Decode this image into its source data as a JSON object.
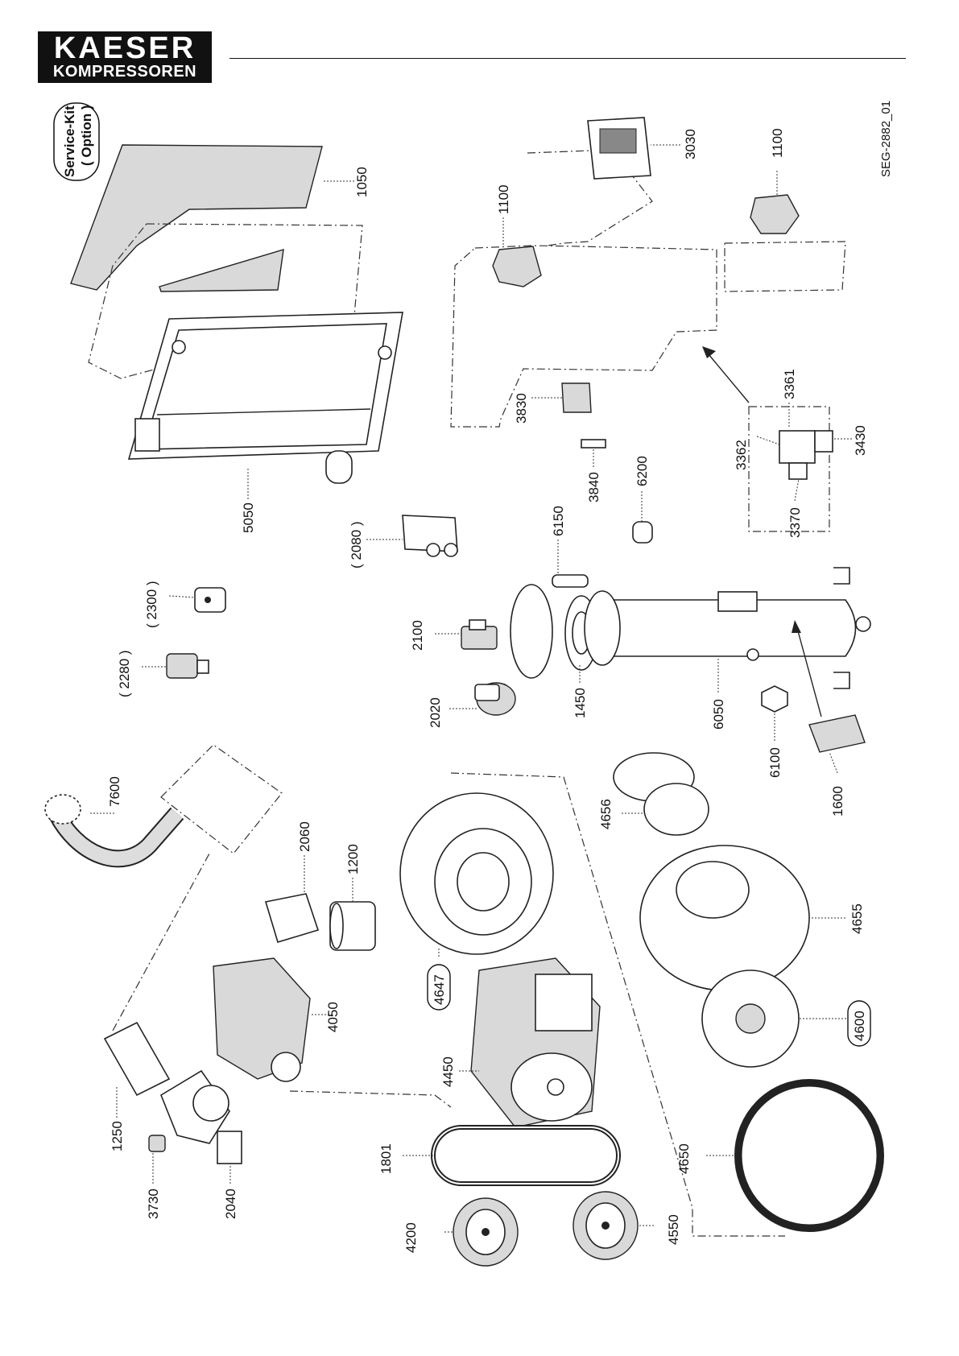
{
  "brand": {
    "line1": "KAESER",
    "line2": "KOMPRESSOREN"
  },
  "drawing_code": "SEG-2882_01",
  "service_kit": {
    "line1": "Service-Kit",
    "line2": "( Option )"
  },
  "labels": [
    {
      "id": "1050",
      "text": "1050"
    },
    {
      "id": "5050",
      "text": "5050"
    },
    {
      "id": "2300",
      "text": "( 2300 )"
    },
    {
      "id": "2280",
      "text": "( 2280 )"
    },
    {
      "id": "2080",
      "text": "( 2080 )"
    },
    {
      "id": "2100",
      "text": "2100"
    },
    {
      "id": "2020",
      "text": "2020"
    },
    {
      "id": "1450",
      "text": "1450"
    },
    {
      "id": "6150",
      "text": "6150"
    },
    {
      "id": "3840",
      "text": "3840"
    },
    {
      "id": "6200",
      "text": "6200"
    },
    {
      "id": "3830",
      "text": "3830"
    },
    {
      "id": "1100a",
      "text": "1100"
    },
    {
      "id": "3030",
      "text": "3030"
    },
    {
      "id": "1100b",
      "text": "1100"
    },
    {
      "id": "3361",
      "text": "3361"
    },
    {
      "id": "3362",
      "text": "3362"
    },
    {
      "id": "3430",
      "text": "3430"
    },
    {
      "id": "3370",
      "text": "3370"
    },
    {
      "id": "6050",
      "text": "6050"
    },
    {
      "id": "6100",
      "text": "6100"
    },
    {
      "id": "1600",
      "text": "1600"
    },
    {
      "id": "7600",
      "text": "7600"
    },
    {
      "id": "2060",
      "text": "2060"
    },
    {
      "id": "1200",
      "text": "1200"
    },
    {
      "id": "4656",
      "text": "4656"
    },
    {
      "id": "4655",
      "text": "4655"
    },
    {
      "id": "4647",
      "text": "4647"
    },
    {
      "id": "4050",
      "text": "4050"
    },
    {
      "id": "4450",
      "text": "4450"
    },
    {
      "id": "4600",
      "text": "4600"
    },
    {
      "id": "1250",
      "text": "1250"
    },
    {
      "id": "3730",
      "text": "3730"
    },
    {
      "id": "2040",
      "text": "2040"
    },
    {
      "id": "1801",
      "text": "1801"
    },
    {
      "id": "4200",
      "text": "4200"
    },
    {
      "id": "4550",
      "text": "4550"
    },
    {
      "id": "4650",
      "text": "4650"
    }
  ]
}
